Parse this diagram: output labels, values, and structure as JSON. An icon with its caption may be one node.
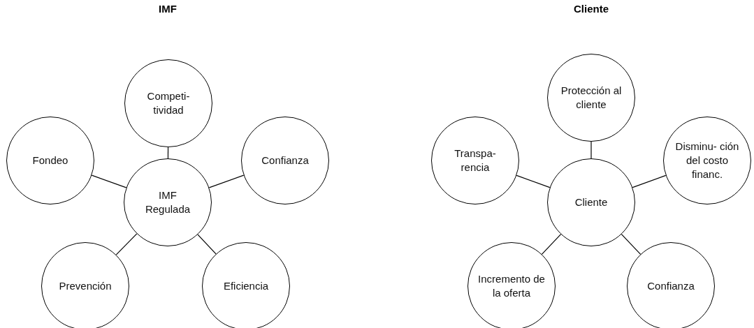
{
  "diagram": {
    "nodes": [
      {
        "text": [
          "IMF Regulada"
        ]
      },
      {
        "text": [
          "Competi- tividad"
        ]
      },
      {
        "text": [
          "Fondeo"
        ]
      },
      {
        "text": [
          "Confianza"
        ]
      },
      {
        "text": [
          "Prevención"
        ]
      },
      {
        "text": [
          "Eficiencia"
        ]
      },
      {
        "text": [
          "Cliente"
        ]
      },
      {
        "text": [
          "Protección al cliente"
        ]
      },
      {
        "text": [
          "Transpa- rencia"
        ]
      },
      {
        "text": [
          "Disminu- ción del costo financ."
        ]
      },
      {
        "text": [
          "Incremento de la oferta"
        ]
      },
      {
        "text": [
          "Confianza"
        ]
      }
    ],
    "edges": [
      {
        "from": 0,
        "to": 1,
        "arrow": "none"
      },
      {
        "from": 0,
        "to": 2,
        "arrow": "none"
      },
      {
        "from": 0,
        "to": 3,
        "arrow": "none"
      },
      {
        "from": 0,
        "to": 4,
        "arrow": "none"
      },
      {
        "from": 0,
        "to": 5,
        "arrow": "none"
      },
      {
        "from": 6,
        "to": 7,
        "arrow": "none"
      },
      {
        "from": 6,
        "to": 8,
        "arrow": "none"
      },
      {
        "from": 6,
        "to": 9,
        "arrow": "none"
      },
      {
        "from": 6,
        "to": 10,
        "arrow": "none"
      },
      {
        "from": 6,
        "to": 11,
        "arrow": "none"
      }
    ],
    "labels": [
      "IMF",
      "Cliente"
    ]
  }
}
